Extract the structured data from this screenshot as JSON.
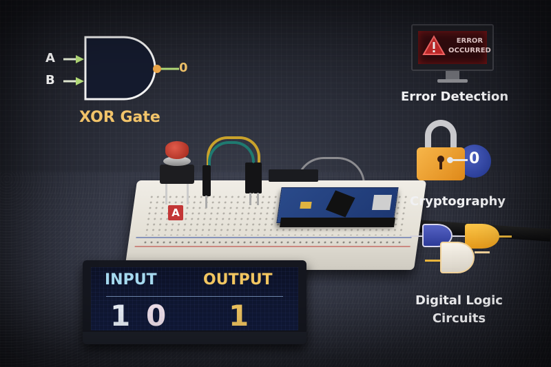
{
  "xor_gate": {
    "input_a_label": "A",
    "input_b_label": "B",
    "output_label": "0",
    "title": "XOR Gate",
    "colors": {
      "title": "#f2c46a",
      "arrow": "#b7e07a",
      "output_dot": "#f0a94a"
    }
  },
  "breadboard": {
    "button_label": "A",
    "components": [
      "push-button",
      "jumper-wires",
      "microcontroller-board",
      "sensor-module",
      "usb-cable"
    ]
  },
  "display_panel": {
    "input_heading": "INPUT",
    "output_heading": "OUTPUT",
    "input_values": [
      "1",
      "0"
    ],
    "output_value": "1",
    "colors": {
      "input": "#a8dcf0",
      "output": "#f5c85f"
    }
  },
  "features": [
    {
      "icon": "monitor-error-icon",
      "label": "Error Detection",
      "screen_text_1": "ERROR",
      "screen_text_2": "OCCURRED"
    },
    {
      "icon": "padlock-icon",
      "label": "Cryptography",
      "badge": "0"
    },
    {
      "icon": "logic-gates-icon",
      "label_line_1": "Digital Logic",
      "label_line_2": "Circuits"
    }
  ]
}
